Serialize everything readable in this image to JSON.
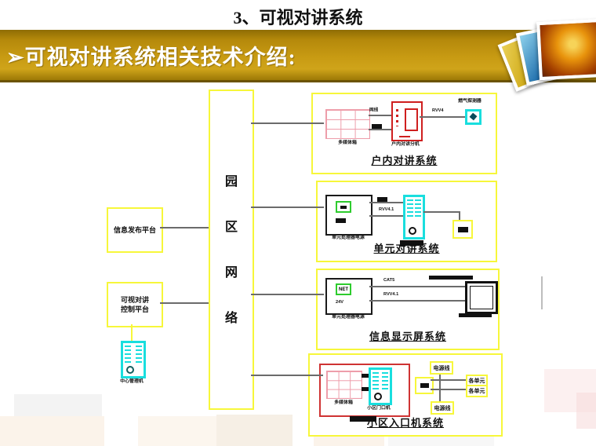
{
  "page": {
    "title": "3、可视对讲系统",
    "banner": {
      "bullet": "➢",
      "text": "可视对讲系统相关技术介绍:"
    }
  },
  "diagram": {
    "network": {
      "label": "园区网络"
    },
    "platforms": {
      "info_publish": "信息发布平台",
      "intercom_control_line1": "可视对讲",
      "intercom_control_line2": "控制平台",
      "management_device": "中心管理机"
    },
    "subsystems": [
      {
        "title": "户内对讲系统",
        "grid_label": "多媒体箱",
        "device_label": "户内对讲分机",
        "detector_label": "燃气探测器",
        "wire1": "网线",
        "wire2": "RVV4"
      },
      {
        "title": "单元对讲系统",
        "controller_label": "单元处理器电源",
        "wire1": "RVV4.1"
      },
      {
        "title": "信息显示屏系统",
        "controller_label": "单元处理器电源",
        "net_label": "NET",
        "power_label": "24V",
        "wire1": "CAT5",
        "wire2": "RVV4.1"
      },
      {
        "title": "小区入口机系统",
        "grid_label": "多媒体箱",
        "door_label": "小区门口机",
        "power_top": "电源线",
        "power_bottom": "电源线",
        "unit_top": "各单元",
        "unit_bottom": "各单元"
      }
    ]
  },
  "colors": {
    "banner_gold": "#c89b13",
    "cad_yellow": "#f7f73a",
    "cad_cyan": "#19dede",
    "cad_red": "#cf1f1f",
    "cad_pink": "#ee9daa",
    "cad_green": "#2ecc2e",
    "title_text": "#111111",
    "banner_text": "#ffffff"
  }
}
